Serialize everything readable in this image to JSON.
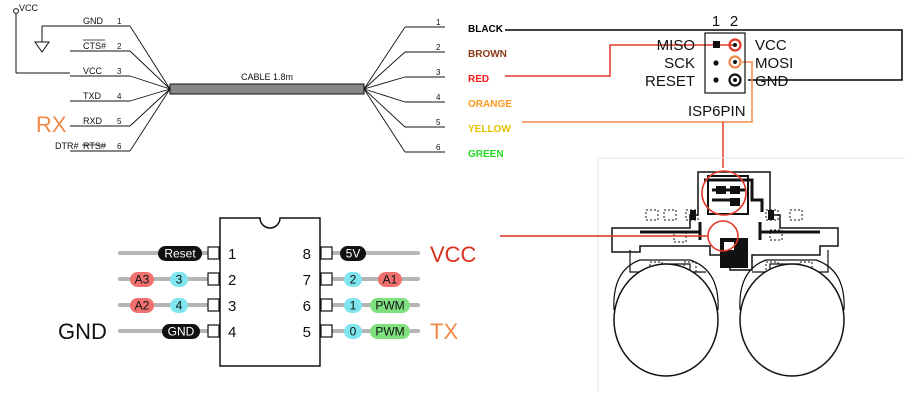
{
  "colors": {
    "accent_orange": "#f08a4b",
    "vcc_red": "#d9301f",
    "pill_red": "#f07070",
    "pill_cyan": "#7fe6f0",
    "pill_green": "#7fe07f",
    "pill_black": "#111111",
    "wire_gray": "#b5b5b5"
  },
  "ftdi": {
    "vcc_label": "VCC",
    "pins": [
      {
        "name": "GND",
        "num": "1"
      },
      {
        "name": "CTS#",
        "num": "2"
      },
      {
        "name": "VCC",
        "num": "3"
      },
      {
        "name": "TXD",
        "num": "4"
      },
      {
        "name": "RXD",
        "num": "5"
      },
      {
        "name": "RTS#",
        "num": "6"
      }
    ],
    "dtr_label": "DTR#",
    "rx_label": "RX",
    "cable_label": "CABLE 1.8m",
    "right_nums": [
      "1",
      "2",
      "3",
      "4",
      "5",
      "6"
    ]
  },
  "wires": [
    {
      "label": "BLACK",
      "color": "#000000"
    },
    {
      "label": "BROWN",
      "color": "#8b3a1a"
    },
    {
      "label": "RED",
      "color": "#ff1a1a"
    },
    {
      "label": "ORANGE",
      "color": "#ff9a1a"
    },
    {
      "label": "YELLOW",
      "color": "#e6c200"
    },
    {
      "label": "GREEN",
      "color": "#22dd22"
    }
  ],
  "isp": {
    "col_labels": [
      "1",
      "2"
    ],
    "left_labels": [
      "MISO",
      "SCK",
      "RESET"
    ],
    "right_labels": [
      "VCC",
      "MOSI",
      "GND"
    ],
    "name": "ISP6PIN"
  },
  "chip": {
    "left_pins": [
      {
        "num": "1",
        "pills": [
          {
            "text": "Reset",
            "style": "black"
          }
        ]
      },
      {
        "num": "2",
        "pills": [
          {
            "text": "A3",
            "style": "red"
          },
          {
            "text": "3",
            "style": "cyan"
          }
        ]
      },
      {
        "num": "3",
        "pills": [
          {
            "text": "A2",
            "style": "red"
          },
          {
            "text": "4",
            "style": "cyan"
          }
        ]
      },
      {
        "num": "4",
        "pills": [
          {
            "text": "GND",
            "style": "black"
          }
        ]
      }
    ],
    "right_pins": [
      {
        "num": "8",
        "pills": [
          {
            "text": "5V",
            "style": "black"
          }
        ]
      },
      {
        "num": "7",
        "pills": [
          {
            "text": "2",
            "style": "cyan"
          },
          {
            "text": "A1",
            "style": "red"
          }
        ]
      },
      {
        "num": "6",
        "pills": [
          {
            "text": "1",
            "style": "cyan"
          },
          {
            "text": "PWM",
            "style": "green"
          }
        ]
      },
      {
        "num": "5",
        "pills": [
          {
            "text": "0",
            "style": "cyan"
          },
          {
            "text": "PWM",
            "style": "green"
          }
        ]
      }
    ],
    "gnd_label": "GND",
    "vcc_label": "VCC",
    "tx_label": "TX"
  }
}
